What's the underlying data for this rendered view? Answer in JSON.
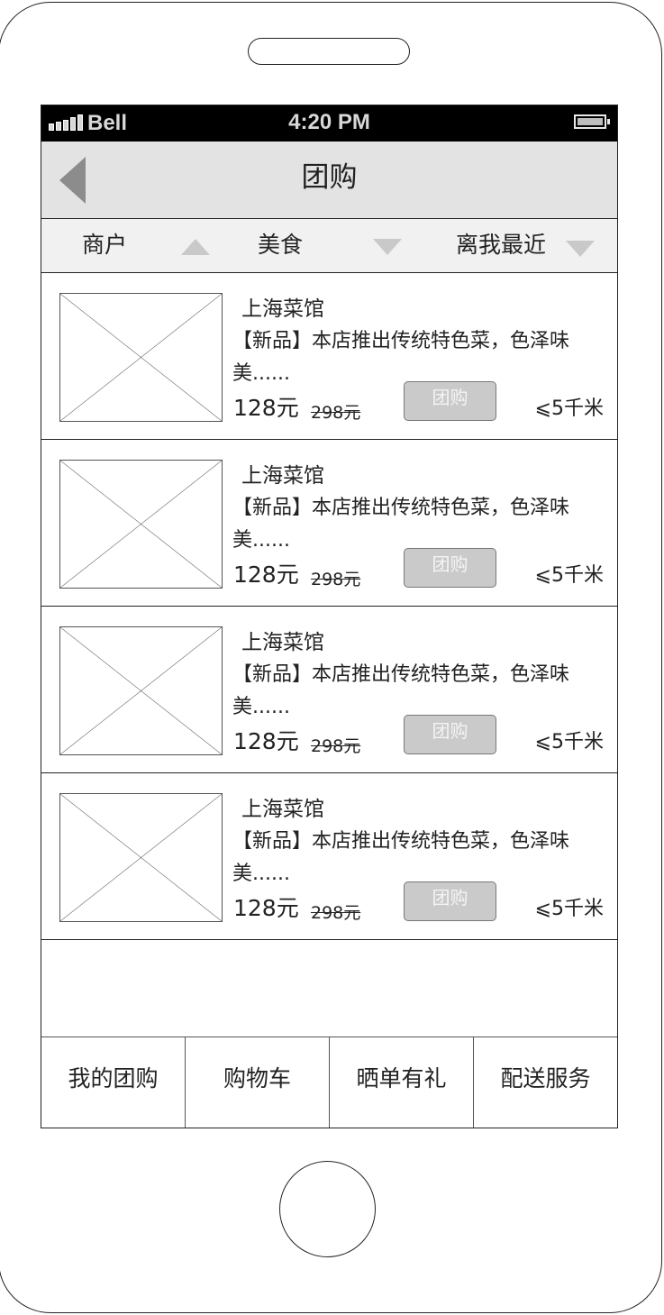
{
  "status_bar": {
    "carrier": "Bell",
    "time": "4:20 PM",
    "signal_bars": 5,
    "battery_icon": "battery-full-icon"
  },
  "nav": {
    "title": "团购",
    "back_icon": "back-arrow-icon"
  },
  "filters": [
    {
      "label": "商户",
      "arrow": "up"
    },
    {
      "label": "美食",
      "arrow": "down"
    },
    {
      "label": "离我最近",
      "arrow": "down"
    }
  ],
  "items": [
    {
      "name": "上海菜馆",
      "desc": "【新品】本店推出传统特色菜，色泽味美......",
      "price": "128元",
      "old_price": "298元",
      "button": "团购",
      "distance": "⩽5千米"
    },
    {
      "name": "上海菜馆",
      "desc": "【新品】本店推出传统特色菜，色泽味美......",
      "price": "128元",
      "old_price": "298元",
      "button": "团购",
      "distance": "⩽5千米"
    },
    {
      "name": "上海菜馆",
      "desc": "【新品】本店推出传统特色菜，色泽味美......",
      "price": "128元",
      "old_price": "298元",
      "button": "团购",
      "distance": "⩽5千米"
    },
    {
      "name": "上海菜馆",
      "desc": "【新品】本店推出传统特色菜，色泽味美......",
      "price": "128元",
      "old_price": "298元",
      "button": "团购",
      "distance": "⩽5千米"
    }
  ],
  "tabs": [
    {
      "label": "我的团购"
    },
    {
      "label": "购物车"
    },
    {
      "label": "晒单有礼"
    },
    {
      "label": "配送服务"
    }
  ],
  "colors": {
    "navbar_bg": "#e3e3e3",
    "filterbar_bg": "#f1f1f1",
    "button_bg": "#cacaca",
    "status_bg": "#000000"
  }
}
